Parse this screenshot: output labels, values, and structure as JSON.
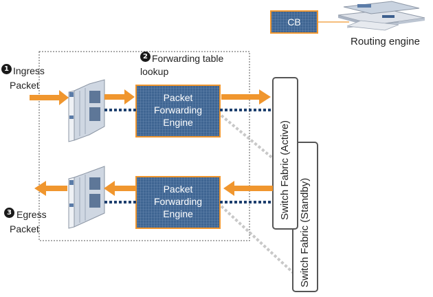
{
  "routing": {
    "cb_label": "CB",
    "routing_engine_label": "Routing engine"
  },
  "steps": {
    "ingress": {
      "number": "1",
      "line1": "Ingress",
      "line2": "Packet"
    },
    "forwarding": {
      "number": "2",
      "line1": "Forwarding table",
      "line2": "lookup"
    },
    "egress": {
      "number": "3",
      "line1": "Egress",
      "line2": "Packet"
    }
  },
  "pfe_top": {
    "line1": "Packet",
    "line2": "Forwarding",
    "line3": "Engine"
  },
  "pfe_bottom": {
    "line1": "Packet",
    "line2": "Forwarding",
    "line3": "Engine"
  },
  "fabric": {
    "active_label": "Switch Fabric (Active)",
    "standby_label": "Switch Fabric (Standby)"
  },
  "colors": {
    "arrow": "#f0962e",
    "pfe_fill": "#3f6592",
    "pfe_border": "#f0962e",
    "dotted_link": "#1d3f6e",
    "standby_link": "#c8c8c8",
    "cb_fill": "#3f6592"
  }
}
